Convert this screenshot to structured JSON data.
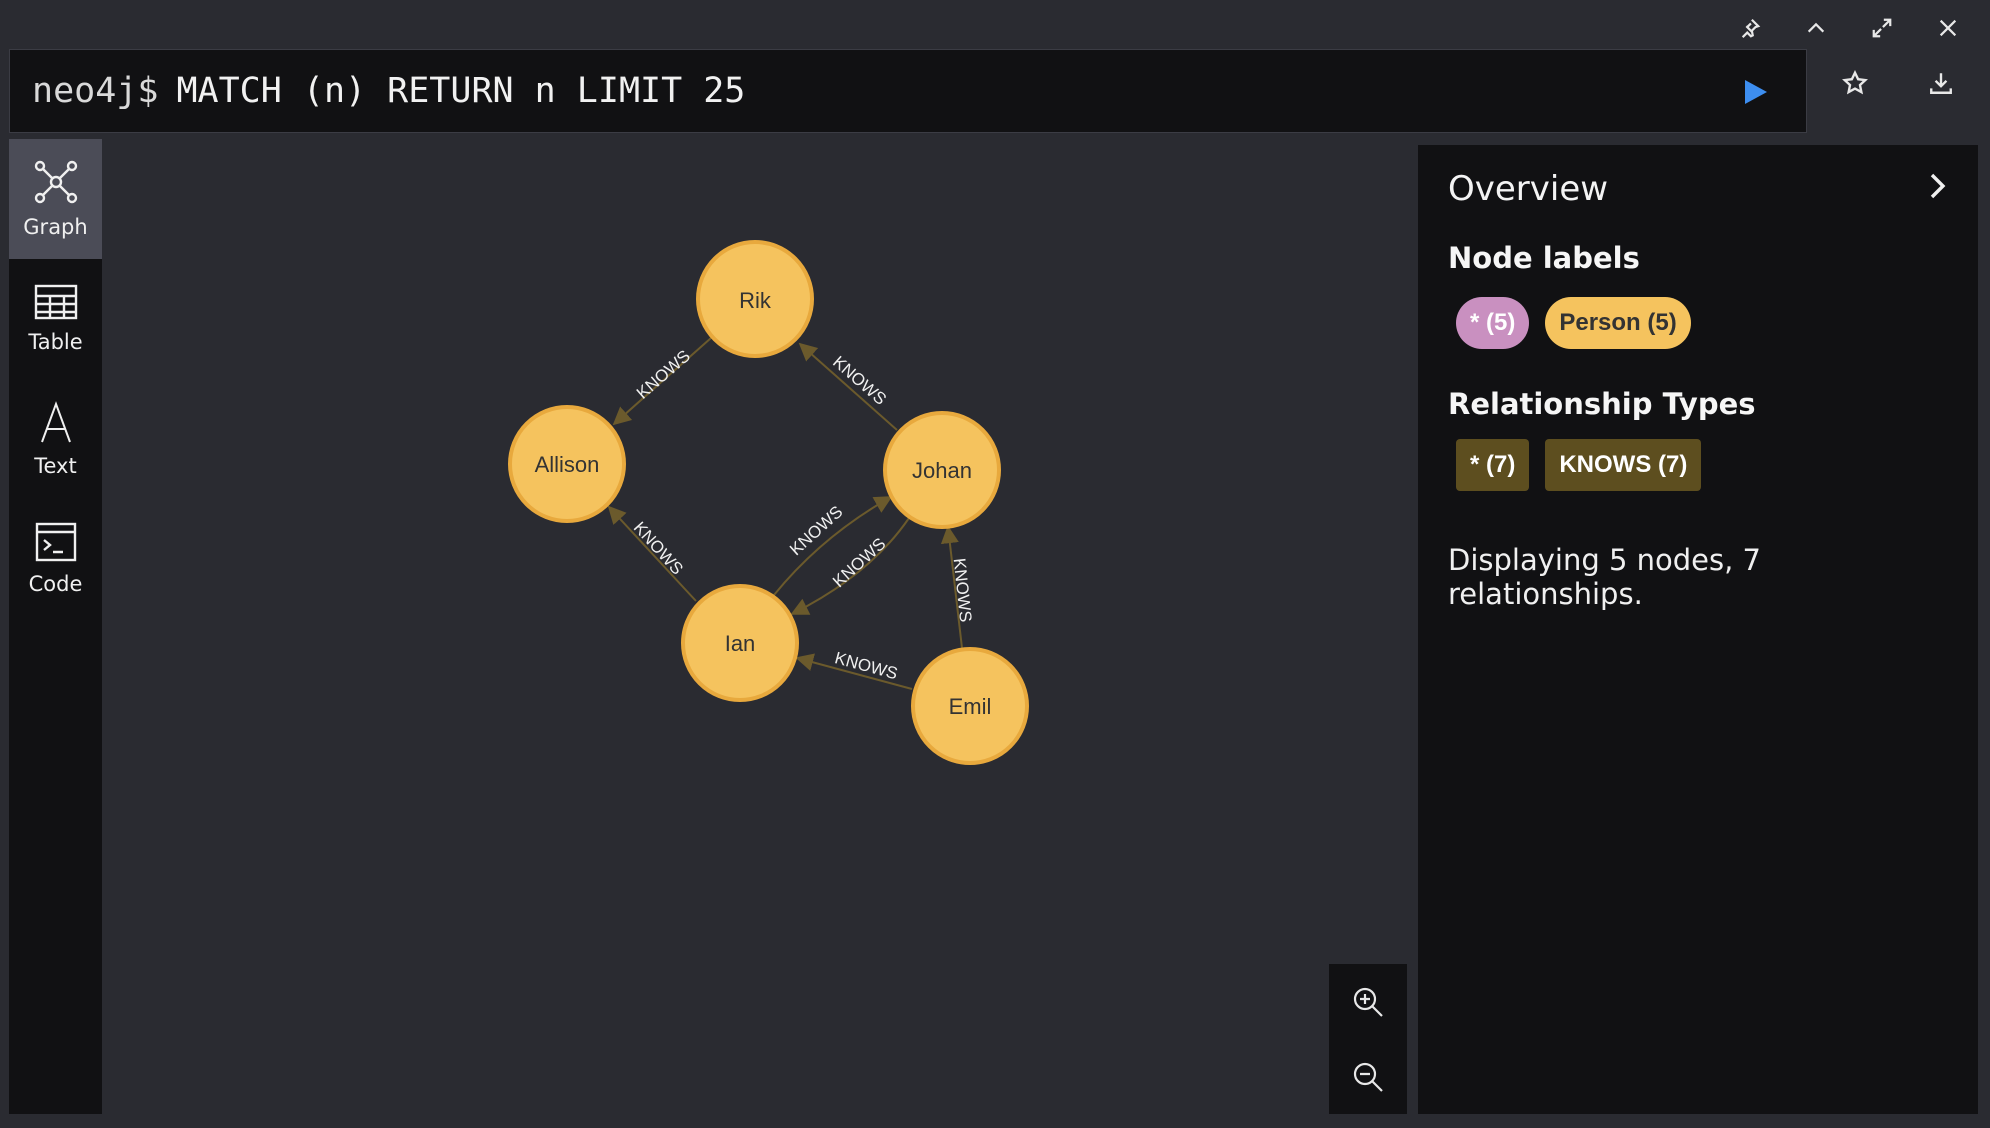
{
  "editor": {
    "prompt": "neo4j$",
    "query": "MATCH (n) RETURN n LIMIT 25"
  },
  "topbar": {
    "icons": [
      "pin-icon",
      "collapse-icon",
      "fullscreen-icon",
      "close-icon"
    ]
  },
  "editor_actions": [
    "star-icon",
    "download-icon"
  ],
  "sidebar": {
    "items": [
      {
        "label": "Graph",
        "icon": "graph-icon",
        "active": true
      },
      {
        "label": "Table",
        "icon": "table-icon",
        "active": false
      },
      {
        "label": "Text",
        "icon": "text-icon",
        "active": false
      },
      {
        "label": "Code",
        "icon": "code-icon",
        "active": false
      }
    ]
  },
  "graph": {
    "node_color": "#f5c35e",
    "node_border": "#e8a93d",
    "relationship_color": "#6b5a2c",
    "nodes": [
      "Rik",
      "Allison",
      "Johan",
      "Ian",
      "Emil"
    ],
    "relationships": [
      {
        "from": "Rik",
        "to": "Allison",
        "type": "KNOWS"
      },
      {
        "from": "Johan",
        "to": "Rik",
        "type": "KNOWS"
      },
      {
        "from": "Ian",
        "to": "Allison",
        "type": "KNOWS"
      },
      {
        "from": "Ian",
        "to": "Johan",
        "type": "KNOWS"
      },
      {
        "from": "Johan",
        "to": "Ian",
        "type": "KNOWS"
      },
      {
        "from": "Emil",
        "to": "Johan",
        "type": "KNOWS"
      },
      {
        "from": "Emil",
        "to": "Ian",
        "type": "KNOWS"
      }
    ]
  },
  "overview": {
    "title": "Overview",
    "node_labels_heading": "Node labels",
    "node_labels": [
      {
        "text": "* (5)",
        "bg": "#c990c0",
        "fg": "#ffffff"
      },
      {
        "text": "Person (5)",
        "bg": "#f5c35e",
        "fg": "#333333"
      }
    ],
    "rel_types_heading": "Relationship Types",
    "rel_types": [
      {
        "text": "* (7)",
        "bg": "#5d4e1f",
        "fg": "#ffffff"
      },
      {
        "text": "KNOWS (7)",
        "bg": "#5d4e1f",
        "fg": "#ffffff"
      }
    ],
    "summary": "Displaying 5 nodes, 7 relationships."
  }
}
